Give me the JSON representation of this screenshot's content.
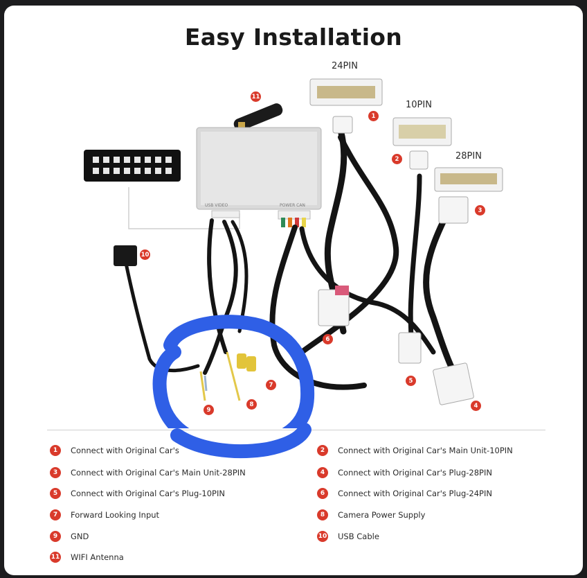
{
  "title": "Easy Installation",
  "connectors": {
    "pin24": "24PIN",
    "pin10": "10PIN",
    "pin28": "28PIN"
  },
  "badges": [
    "1",
    "2",
    "3",
    "4",
    "5",
    "6",
    "7",
    "8",
    "9",
    "10",
    "11"
  ],
  "legend": [
    {
      "num": "1",
      "text": "Connect with Original Car's"
    },
    {
      "num": "2",
      "text": "Connect with Original Car's Main Unit-10PIN"
    },
    {
      "num": "3",
      "text": "Connect with Original Car's Main Unit-28PIN"
    },
    {
      "num": "4",
      "text": "Connect with Original Car's Plug-28PIN"
    },
    {
      "num": "5",
      "text": "Connect with Original Car's Plug-10PIN"
    },
    {
      "num": "6",
      "text": "Connect with Original Car's Plug-24PIN"
    },
    {
      "num": "7",
      "text": "Forward Looking Input"
    },
    {
      "num": "8",
      "text": "Camera Power Supply"
    },
    {
      "num": "9",
      "text": "GND"
    },
    {
      "num": "10",
      "text": "USB Cable"
    },
    {
      "num": "11",
      "text": "WIFI Antenna"
    }
  ],
  "colors": {
    "badge": "#d93a2b",
    "highlight": "#2f5fe6",
    "cable": "#141414",
    "connector_white": "#f1f1f1"
  }
}
